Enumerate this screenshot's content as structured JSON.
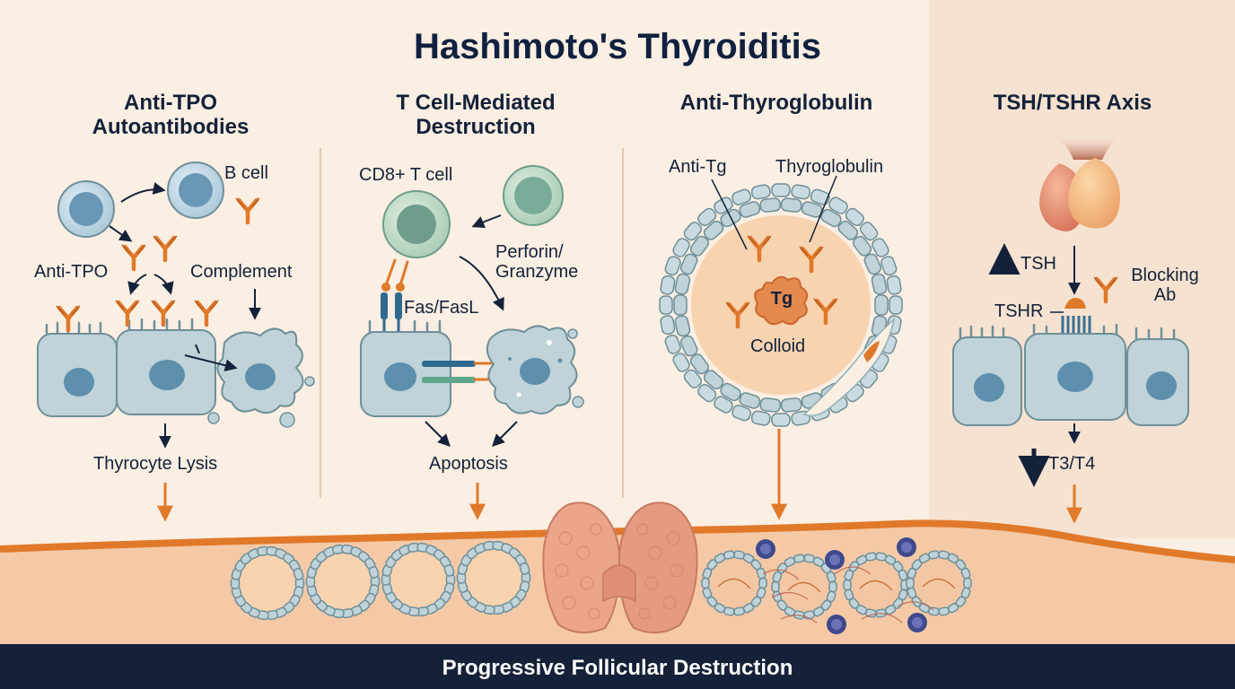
{
  "title": "Hashimoto's Thyroiditis",
  "footer": "Progressive Follicular Destruction",
  "panels": {
    "anti_tpo": {
      "heading_line1": "Anti-TPO",
      "heading_line2": "Autoantibodies",
      "b_cell": "B cell",
      "anti_tpo": "Anti-TPO",
      "complement": "Complement",
      "outcome": "Thyrocyte Lysis"
    },
    "t_cell": {
      "heading_line1": "T Cell-Mediated",
      "heading_line2": "Destruction",
      "cd8": "CD8+ T cell",
      "perforin_line1": "Perforin/",
      "perforin_line2": "Granzyme",
      "fas": "Fas/FasL",
      "outcome": "Apoptosis"
    },
    "anti_tg": {
      "heading": "Anti-Thyroglobulin",
      "anti_tg": "Anti-Tg",
      "thyroglobulin": "Thyroglobulin",
      "tg": "Tg",
      "colloid": "Colloid"
    },
    "tsh": {
      "heading": "TSH/TSHR Axis",
      "tsh": "TSH",
      "blocking_line1": "Blocking",
      "blocking_line2": "Ab",
      "tshr": "TSHR",
      "t3t4": "T3/T4"
    }
  },
  "colors": {
    "navy": "#14213a",
    "orange": "#e0792a",
    "cell_fill": "#bfd3d8",
    "cell_stroke": "#6e8f99",
    "nucleus": "#5e8fad",
    "background": "#fbeee2",
    "tissue": "#f2c09a"
  }
}
